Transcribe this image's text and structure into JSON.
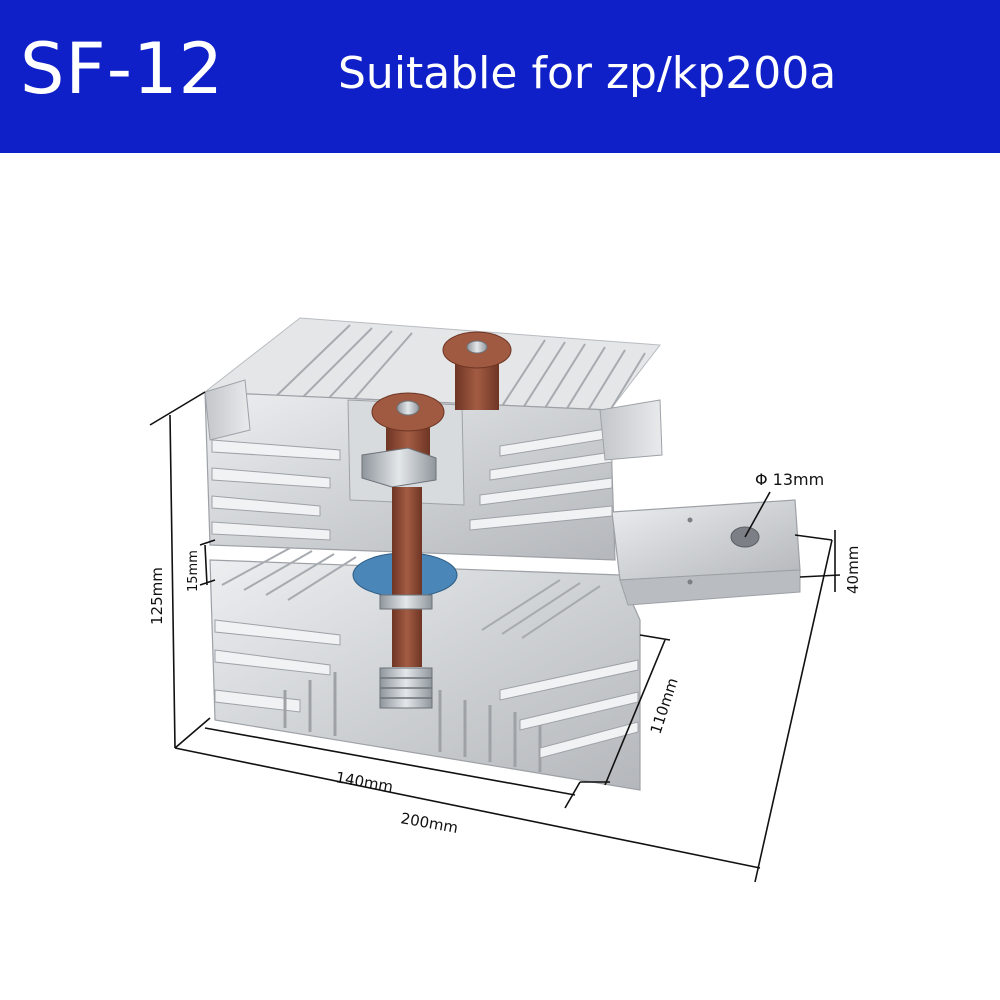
{
  "header": {
    "model": "SF-12",
    "subtitle": "Suitable for zp/kp200a"
  },
  "dimensions": {
    "hole_diameter": "Φ 13mm",
    "busbar_height": "40mm",
    "total_height": "125mm",
    "gap": "15mm",
    "fin_height": "110mm",
    "depth": "140mm",
    "total_length": "200mm"
  },
  "colors": {
    "banner": "#1020c8",
    "aluminum": "#d6d8da",
    "aluminum_dark": "#a9acb0",
    "insulator": "#8a4a34",
    "thyristor": "#4a86b8"
  }
}
